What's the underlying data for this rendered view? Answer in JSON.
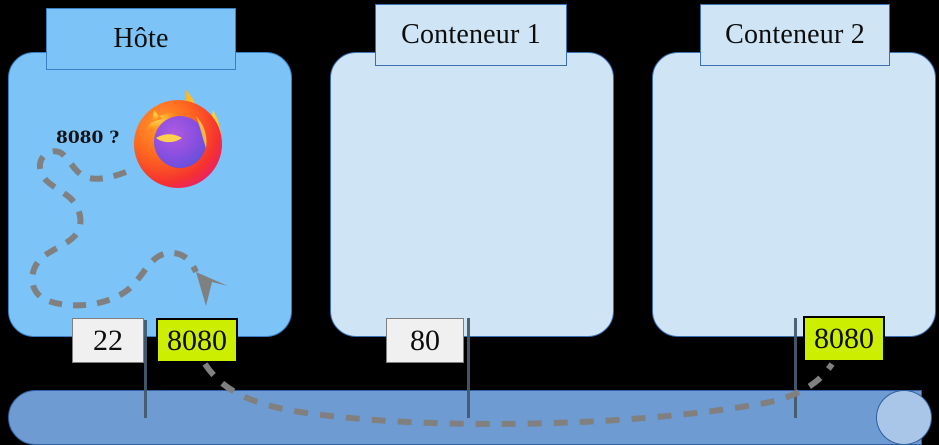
{
  "diagram": {
    "title_host": "Hôte",
    "nodes": [
      {
        "id": "host",
        "label": "Hôte",
        "fill": "#7cc3f7"
      },
      {
        "id": "container-1",
        "label": "Conteneur 1",
        "fill": "#cfe4f5"
      },
      {
        "id": "container-2",
        "label": "Conteneur 2",
        "fill": "#cfe4f5"
      }
    ],
    "host": {
      "label": "Hôte",
      "question_label": "8080 ?",
      "browser_icon": "firefox-logo",
      "ports": [
        {
          "value": "22",
          "highlighted": false
        },
        {
          "value": "8080",
          "highlighted": true
        }
      ]
    },
    "container_1": {
      "label": "Conteneur 1",
      "ports": [
        {
          "value": "80",
          "highlighted": false
        }
      ]
    },
    "container_2": {
      "label": "Conteneur 2",
      "ports": [
        {
          "value": "8080",
          "highlighted": true
        }
      ]
    },
    "network": {
      "name": "network-bus-cylinder",
      "fill": "#6e9bd2",
      "cap_fill": "#a9c6e8"
    },
    "colors": {
      "host_fill": "#7cc3f7",
      "container_fill": "#cfe4f5",
      "port_highlight": "#ccee00",
      "port_plain": "#f0f0f0",
      "dashed_path": "#808080",
      "background": "#000000"
    }
  }
}
